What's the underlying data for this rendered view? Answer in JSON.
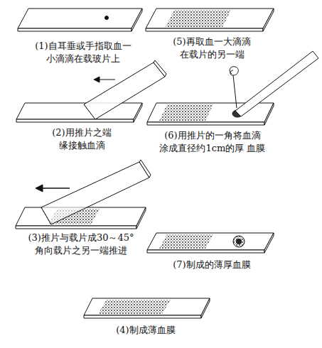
{
  "diagram": {
    "labels": [
      "(1)自耳垂或手指取血一 小滴滴在载玻片上",
      "(2)用推片之端 缘接触血滴",
      "(3)推片与载片成30～45° 角向载片之另一端推进",
      "(4)制成薄血膜",
      "(5)再取血一大滴滴 在载片的另一端",
      "(6)用推片的一角将血滴 涂成直径约1cm的厚 血膜",
      "(7)制成的薄厚血膜"
    ]
  }
}
